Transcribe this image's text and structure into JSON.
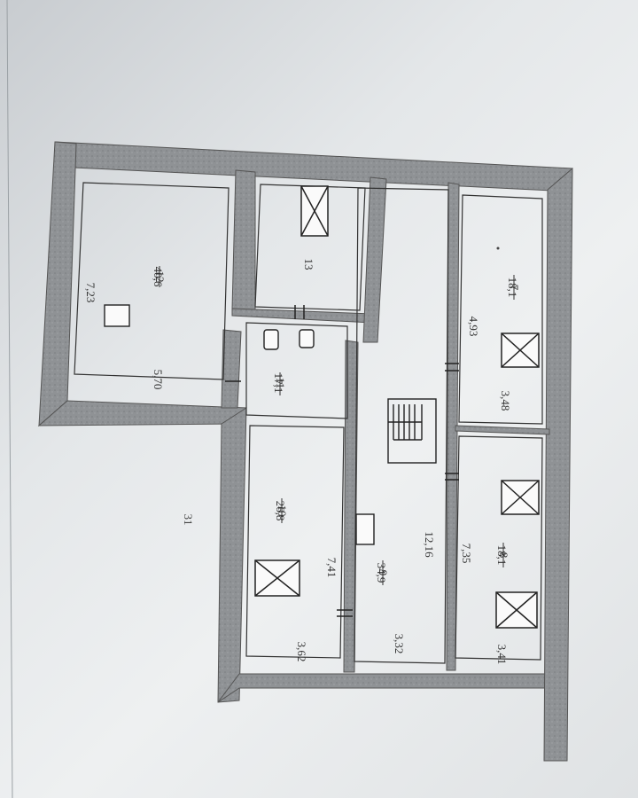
{
  "rooms": [
    {
      "number": "12",
      "area": "40,6"
    },
    {
      "number": "13",
      "area": ""
    },
    {
      "number": "11",
      "area": "17,1"
    },
    {
      "number": "10",
      "area": "26,8"
    },
    {
      "number": "9",
      "area": "34,9"
    },
    {
      "number": "7",
      "area": "18,1"
    },
    {
      "number": "8",
      "area": "18,1"
    }
  ],
  "dimensions": {
    "d_7_23": "7,23",
    "d_5_70": "5,70",
    "d_7_41": "7,41",
    "d_3_62": "3,62",
    "d_3_32": "3,32",
    "d_12_16": "12,16",
    "d_4_93": "4,93",
    "d_3_48": "3,48",
    "d_7_35": "7,35",
    "d_3_41": "3,41"
  },
  "sheet_number": "31"
}
